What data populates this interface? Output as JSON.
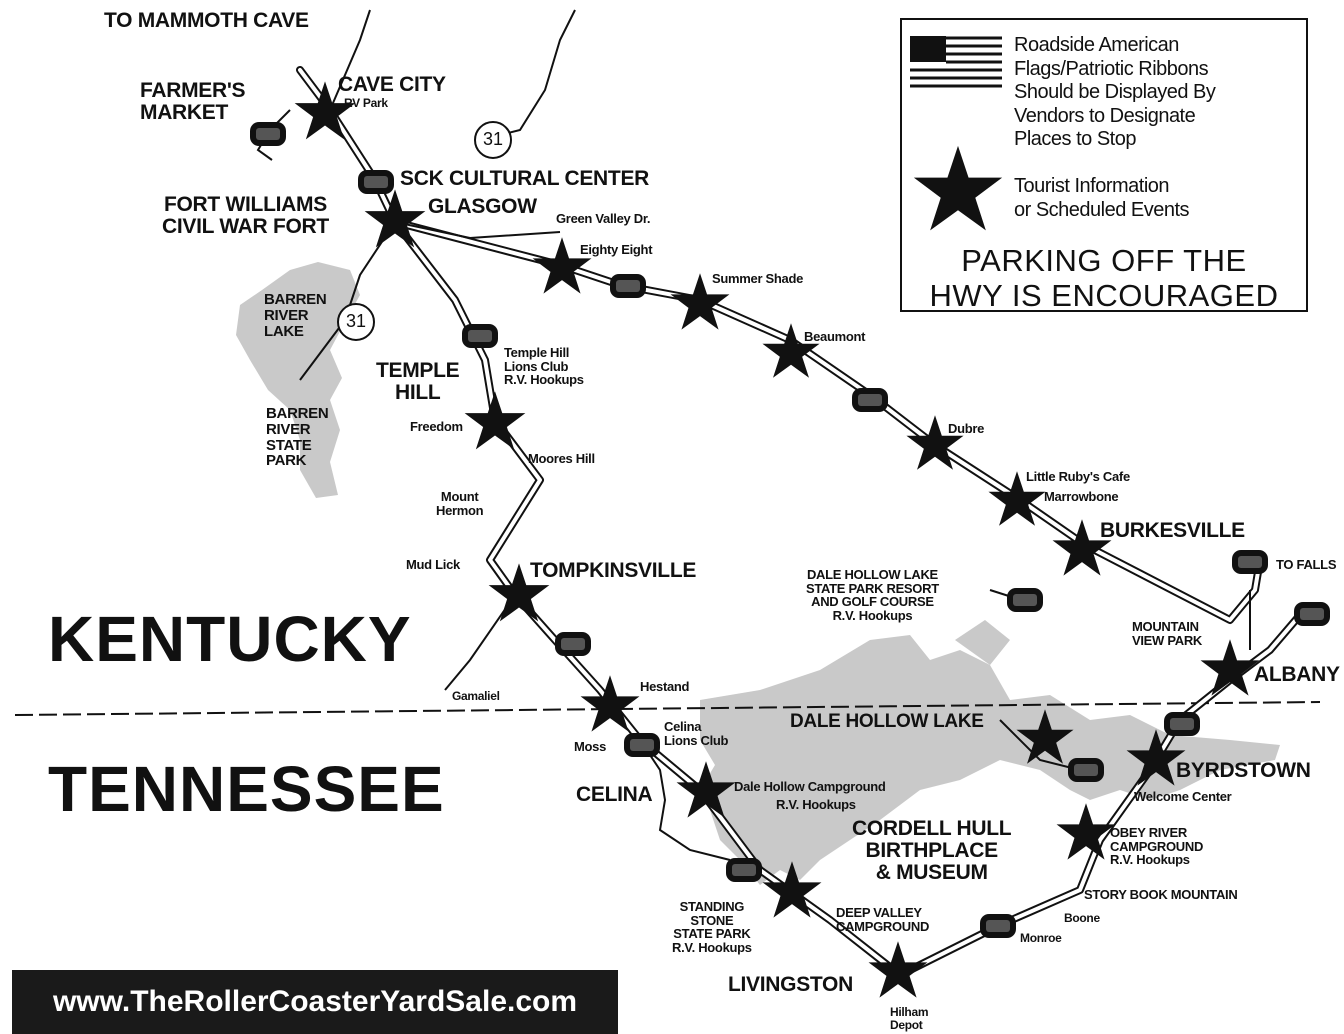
{
  "states": {
    "kentucky": "KENTUCKY",
    "tennessee": "TENNESSEE"
  },
  "website": "www.TheRollerCoasterYardSale.com",
  "legend": {
    "flags_text": [
      "Roadside American",
      "Flags/Patriotic Ribbons",
      "Should be Displayed By",
      "Vendors to Designate",
      "Places to Stop"
    ],
    "star_text": [
      "Tourist Information",
      "or Scheduled Events"
    ],
    "parking_text": [
      "PARKING OFF THE",
      "HWY IS ENCOURAGED"
    ]
  },
  "routes": {
    "us31_a": "31",
    "us31_b": "31"
  },
  "places": {
    "to_mammoth_cave": "TO MAMMOTH CAVE",
    "farmers_market": [
      "FARMER'S",
      "MARKET"
    ],
    "cave_city": "CAVE CITY",
    "cave_city_rv": "RV Park",
    "sck_cultural_center": "SCK CULTURAL CENTER",
    "fort_williams": [
      "FORT WILLIAMS",
      "CIVIL WAR FORT"
    ],
    "glasgow": "GLASGOW",
    "green_valley": "Green Valley Dr.",
    "eighty_eight": "Eighty Eight",
    "summer_shade": "Summer Shade",
    "beaumont": "Beaumont",
    "barren_river_lake": [
      "BARREN",
      "RIVER",
      "LAKE"
    ],
    "barren_river_park": [
      "BARREN",
      "RIVER",
      "STATE",
      "PARK"
    ],
    "temple_hill": [
      "TEMPLE",
      "HILL"
    ],
    "temple_hill_lions": [
      "Temple Hill",
      "Lions Club",
      "R.V. Hookups"
    ],
    "freedom": "Freedom",
    "moores_hill": "Moores Hill",
    "mount_hermon": [
      "Mount",
      "Hermon"
    ],
    "mud_lick": "Mud Lick",
    "tompkinsville": "TOMPKINSVILLE",
    "dubre": "Dubre",
    "little_rubys": "Little Ruby's Cafe",
    "marrowbone": "Marrowbone",
    "burkesville": "BURKESVILLE",
    "to_falls": "TO FALLS",
    "dale_hollow_resort": [
      "DALE HOLLOW LAKE",
      "STATE PARK RESORT",
      "AND GOLF COURSE",
      "R.V. Hookups"
    ],
    "mountain_view_park": [
      "MOUNTAIN",
      "VIEW PARK"
    ],
    "albany": "ALBANY",
    "gamaliel": "Gamaliel",
    "hestand": "Hestand",
    "dale_hollow_lake": "DALE HOLLOW LAKE",
    "moss": "Moss",
    "celina_lions": [
      "Celina",
      "Lions Club"
    ],
    "celina": "CELINA",
    "dale_hollow_campground": "Dale Hollow Campground",
    "dale_hollow_campground_rv": "R.V. Hookups",
    "byrdstown": "BYRDSTOWN",
    "welcome_center": "Welcome Center",
    "cordell_hull": [
      "CORDELL HULL",
      "BIRTHPLACE",
      "& MUSEUM"
    ],
    "obey_river": [
      "OBEY RIVER",
      "CAMPGROUND",
      "R.V. Hookups"
    ],
    "standing_stone": [
      "STANDING",
      "STONE",
      "STATE PARK",
      "R.V. Hookups"
    ],
    "deep_valley": [
      "DEEP VALLEY",
      "CAMPGROUND"
    ],
    "story_book": "STORY BOOK MOUNTAIN",
    "boone": "Boone",
    "monroe": "Monroe",
    "livingston": "LIVINGSTON",
    "hilham": [
      "Hilham",
      "Depot"
    ]
  }
}
